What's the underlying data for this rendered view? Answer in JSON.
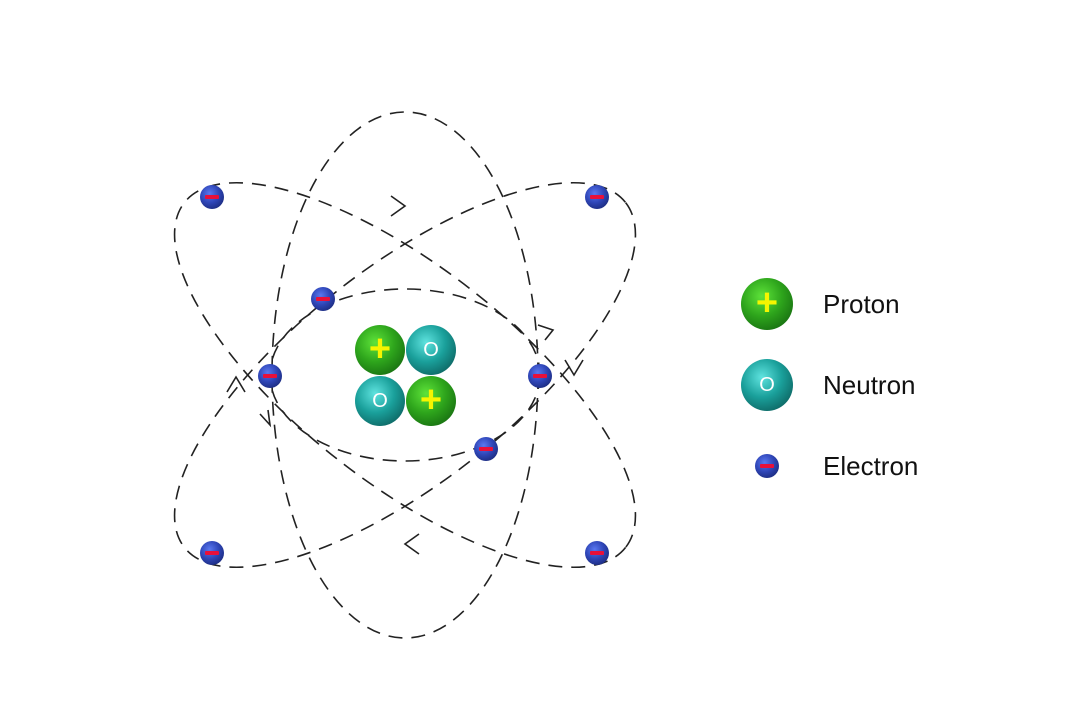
{
  "legend": {
    "proton_label": "Proton",
    "neutron_label": "Neutron",
    "electron_label": "Electron"
  },
  "symbols": {
    "proton": "+",
    "neutron": "O",
    "electron": "−"
  },
  "colors": {
    "proton": "#2e9e1c",
    "proton_symbol": "#f5f500",
    "neutron": "#1a9a96",
    "neutron_symbol": "#ffffff",
    "electron": "#2f46b8",
    "electron_symbol": "#e8103a",
    "orbit": "#222222",
    "background": "#ffffff"
  },
  "counts": {
    "protons": 2,
    "neutrons": 2,
    "electrons": 8,
    "orbits": 4
  }
}
